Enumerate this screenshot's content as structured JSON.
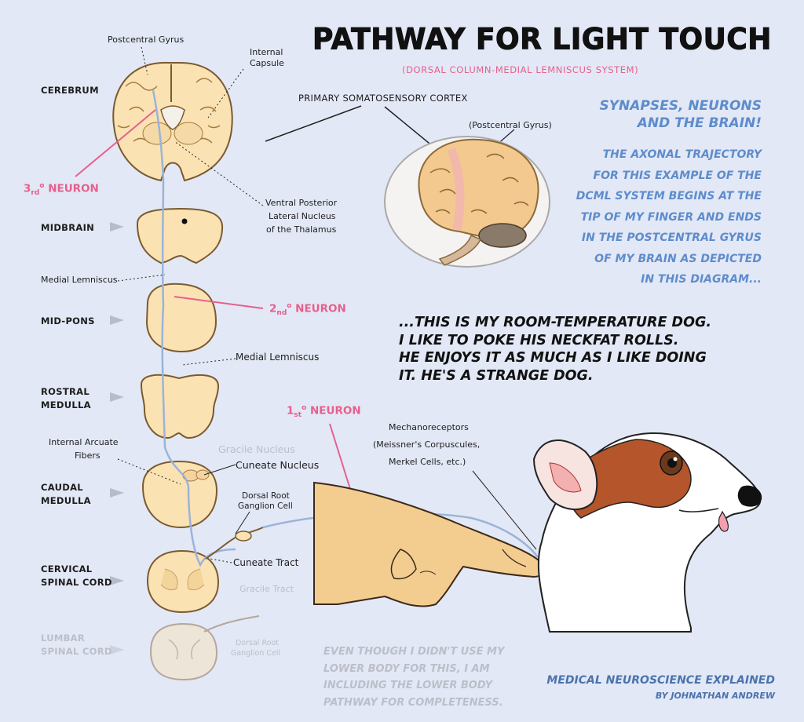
{
  "header": {
    "title": "PATHWAY FOR LIGHT TOUCH",
    "subtitle": "(DORSAL COLUMN-MEDIAL LEMNISCUS SYSTEM)"
  },
  "levels": {
    "cerebrum": "CEREBRUM",
    "midbrain": "MIDBRAIN",
    "mid_pons": "MID-PONS",
    "rostral_medulla_1": "ROSTRAL",
    "rostral_medulla_2": "MEDULLA",
    "caudal_medulla_1": "CAUDAL",
    "caudal_medulla_2": "MEDULLA",
    "cervical_1": "CERVICAL",
    "cervical_2": "SPINAL CORD",
    "lumbar_1": "LUMBAR",
    "lumbar_2": "SPINAL CORD"
  },
  "labels": {
    "postcentral_gyrus_top": "Postcentral Gyrus",
    "internal_capsule_1": "Internal",
    "internal_capsule_2": "Capsule",
    "vpl_1": "Ventral Posterior",
    "vpl_2": "Lateral Nucleus",
    "vpl_3": "of the Thalamus",
    "medial_lemniscus_1": "Medial Lemniscus",
    "medial_lemniscus_2": "Medial Lemniscus",
    "internal_arcuate_1": "Internal Arcuate",
    "internal_arcuate_2": "Fibers",
    "gracile_nucleus": "Gracile Nucleus",
    "cuneate_nucleus": "Cuneate Nucleus",
    "drg_cell_1": "Dorsal Root",
    "drg_cell_2": "Ganglion Cell",
    "cuneate_tract": "Cuneate Tract",
    "gracile_tract": "Gracile Tract",
    "drg_lumbar_1": "Dorsal Root",
    "drg_lumbar_2": "Ganglion Cell",
    "primary_cortex": "PRIMARY SOMATOSENSORY CORTEX",
    "postcentral_gyrus_brain": "(Postcentral Gyrus)",
    "mechano_1": "Mechanoreceptors",
    "mechano_2": "(Meissner's Corpuscules,",
    "mechano_3": "Merkel Cells, etc.)"
  },
  "neurons": {
    "third_num": "3",
    "third_sup": "rd",
    "third_text": "NEURON",
    "second_num": "2",
    "second_sup": "nd",
    "second_text": "NEURON",
    "first_num": "1",
    "first_sup": "st",
    "first_text": "NEURON",
    "degree": "o"
  },
  "sidebar": {
    "heading_1": "SYNAPSES, NEURONS",
    "heading_2": "AND THE BRAIN!",
    "lines": [
      "THE AXONAL TRAJECTORY",
      "FOR THIS EXAMPLE OF THE",
      "DCML SYSTEM BEGINS AT THE",
      "TIP OF MY FINGER AND ENDS",
      "IN THE POSTCENTRAL GYRUS",
      "OF MY BRAIN AS DEPICTED",
      "IN THIS DIAGRAM..."
    ]
  },
  "dog_text": [
    "...THIS IS MY ROOM-TEMPERATURE DOG.",
    "I LIKE TO POKE HIS NECKFAT ROLLS.",
    "HE ENJOYS IT AS MUCH AS I LIKE DOING",
    "IT.  HE'S A STRANGE DOG."
  ],
  "lower_note": [
    "EVEN THOUGH I DIDN'T USE MY",
    "LOWER BODY FOR THIS, I AM",
    "INCLUDING THE LOWER BODY",
    "PATHWAY FOR COMPLETENESS."
  ],
  "credit": {
    "main": "MEDICAL NEUROSCIENCE EXPLAINED",
    "sub": "BY JOHNATHAN ANDREW"
  },
  "colors": {
    "background": "#e3e8f6",
    "tissue": "#fbe2b3",
    "pathway": "#9ab4d8",
    "neuron_pink": "#e6608c",
    "sidebar_blue": "#5d8ccc"
  }
}
